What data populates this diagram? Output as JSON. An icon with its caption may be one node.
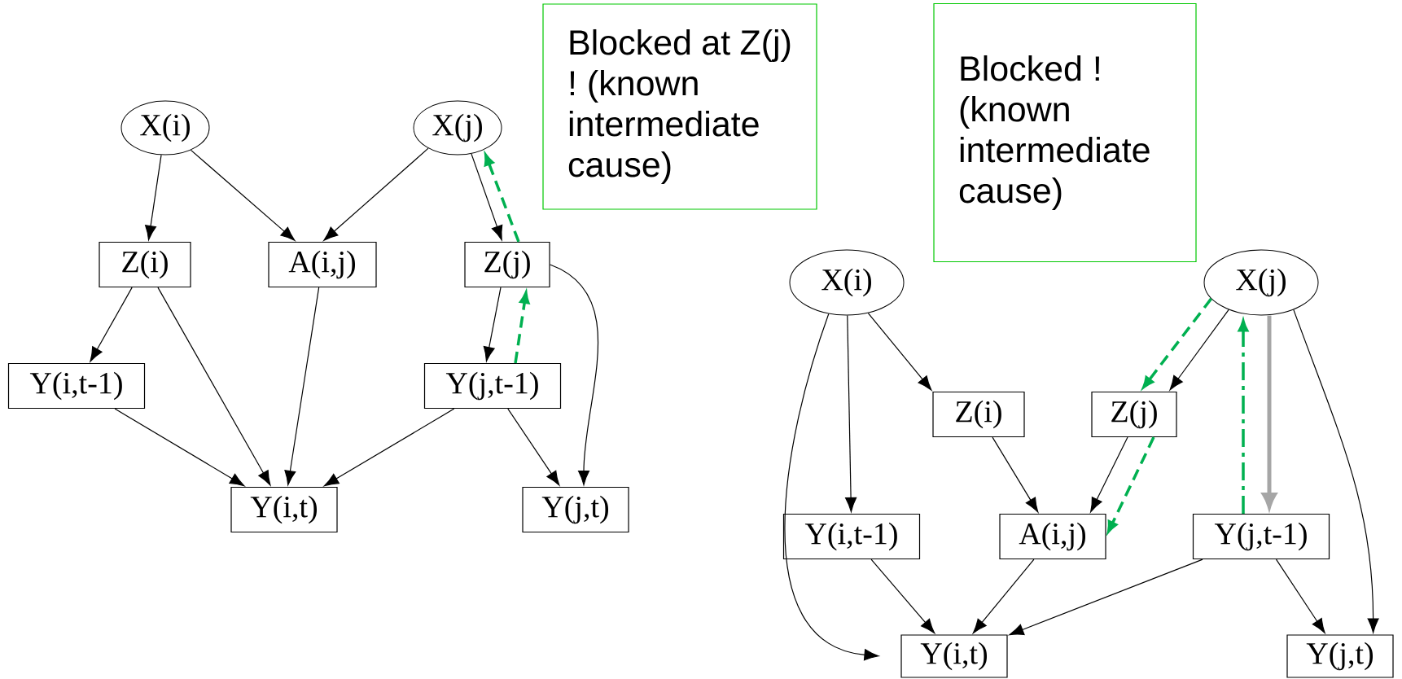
{
  "diagram": {
    "nodes": [
      {
        "text": [
          "X(i)"
        ]
      },
      {
        "text": [
          "X(j)"
        ]
      },
      {
        "text": [
          "Z(i)"
        ]
      },
      {
        "text": [
          "A(i,j)"
        ]
      },
      {
        "text": [
          "Z(j)"
        ]
      },
      {
        "text": [
          "Y(i,t-1)"
        ]
      },
      {
        "text": [
          "Y(j,t-1)"
        ]
      },
      {
        "text": [
          "Y(i,t)"
        ]
      },
      {
        "text": [
          "Y(j,t)"
        ]
      },
      {
        "text": [
          "Blocked at Z(j) ! (known intermediate cause)"
        ]
      },
      {
        "text": [
          "X(i)"
        ]
      },
      {
        "text": [
          "X(j)"
        ]
      },
      {
        "text": [
          "Z(i)"
        ]
      },
      {
        "text": [
          "Z(j)"
        ]
      },
      {
        "text": [
          "Y(i,t-1)"
        ]
      },
      {
        "text": [
          "A(i,j)"
        ]
      },
      {
        "text": [
          "Y(j,t-1)"
        ]
      },
      {
        "text": [
          "Y(i,t)"
        ]
      },
      {
        "text": [
          "Y(j,t)"
        ]
      },
      {
        "text": [
          "Blocked ! (known intermediate cause)"
        ]
      }
    ],
    "edges": [
      {
        "from": 0,
        "to": 2,
        "arrow": "to"
      },
      {
        "from": 0,
        "to": 3,
        "arrow": "to"
      },
      {
        "from": 1,
        "to": 3,
        "arrow": "to"
      },
      {
        "from": 1,
        "to": 4,
        "arrow": "to"
      },
      {
        "from": 2,
        "to": 5,
        "arrow": "to"
      },
      {
        "from": 2,
        "to": 7,
        "arrow": "to"
      },
      {
        "from": 3,
        "to": 7,
        "arrow": "to"
      },
      {
        "from": 4,
        "to": 6,
        "arrow": "to"
      },
      {
        "from": 4,
        "to": 8,
        "arrow": "to"
      },
      {
        "from": 5,
        "to": 7,
        "arrow": "to"
      },
      {
        "from": 6,
        "to": 7,
        "arrow": "to"
      },
      {
        "from": 6,
        "to": 8,
        "arrow": "to"
      },
      {
        "from": 4,
        "to": 1,
        "arrow": "to",
        "style": "dashed",
        "color": "#00b050"
      },
      {
        "from": 6,
        "to": 4,
        "arrow": "to",
        "style": "dashed",
        "color": "#00b050"
      },
      {
        "from": 10,
        "to": 17,
        "arrow": "to"
      },
      {
        "from": 10,
        "to": 14,
        "arrow": "to"
      },
      {
        "from": 10,
        "to": 12,
        "arrow": "to"
      },
      {
        "from": 11,
        "to": 13,
        "arrow": "to"
      },
      {
        "from": 11,
        "to": 16,
        "arrow": "to",
        "style": "thick",
        "color": "#a6a6a6"
      },
      {
        "from": 11,
        "to": 18,
        "arrow": "to"
      },
      {
        "from": 12,
        "to": 15,
        "arrow": "to"
      },
      {
        "from": 13,
        "to": 15,
        "arrow": "to"
      },
      {
        "from": 14,
        "to": 17,
        "arrow": "to"
      },
      {
        "from": 15,
        "to": 17,
        "arrow": "to"
      },
      {
        "from": 16,
        "to": 17,
        "arrow": "to"
      },
      {
        "from": 16,
        "to": 18,
        "arrow": "to"
      },
      {
        "from": 11,
        "to": 13,
        "arrow": "to",
        "style": "dashed",
        "color": "#00b050"
      },
      {
        "from": 13,
        "to": 15,
        "arrow": "to",
        "style": "dashed",
        "color": "#00b050"
      },
      {
        "from": 16,
        "to": 11,
        "arrow": "to",
        "style": "dashed",
        "color": "#00b050"
      }
    ]
  }
}
